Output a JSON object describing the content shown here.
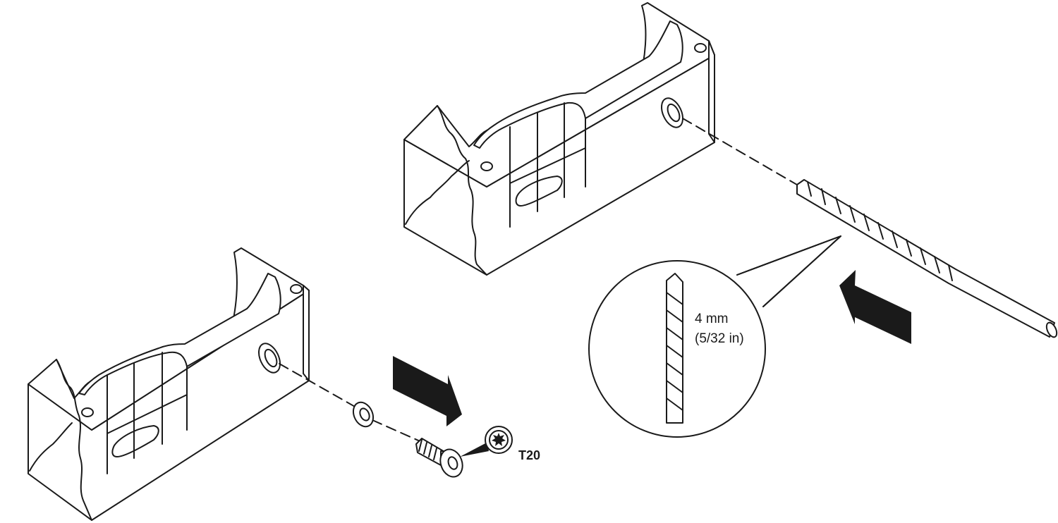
{
  "diagram": {
    "line_color": "#1a1a1a",
    "fill_color": "#ffffff",
    "arrow_color": "#1a1a1a",
    "detail": {
      "size_metric": "4 mm",
      "size_imperial": "(5/32 in)"
    },
    "screw": {
      "drive_label": "T20",
      "drive_icon": "torx-star-icon"
    },
    "arrows": [
      {
        "name": "remove-direction-arrow",
        "direction": "down-right"
      },
      {
        "name": "drill-direction-arrow",
        "direction": "up-left"
      }
    ]
  }
}
